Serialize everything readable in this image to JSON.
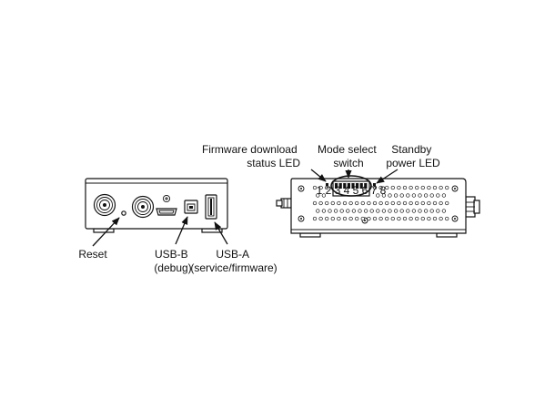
{
  "labels": {
    "firmware_led": [
      "Firmware download",
      "status LED"
    ],
    "mode_switch": [
      "Mode select",
      "switch"
    ],
    "standby_led": [
      "Standby",
      "power LED"
    ],
    "reset": [
      "Reset"
    ],
    "usb_b": [
      "USB-B",
      "(debug)"
    ],
    "usb_a": [
      "USB-A",
      "(service/firmware)"
    ]
  },
  "switch_numbers": "1 2 3 4 5 6 7 8",
  "colors": {
    "line": "#111111",
    "background": "#ffffff"
  }
}
